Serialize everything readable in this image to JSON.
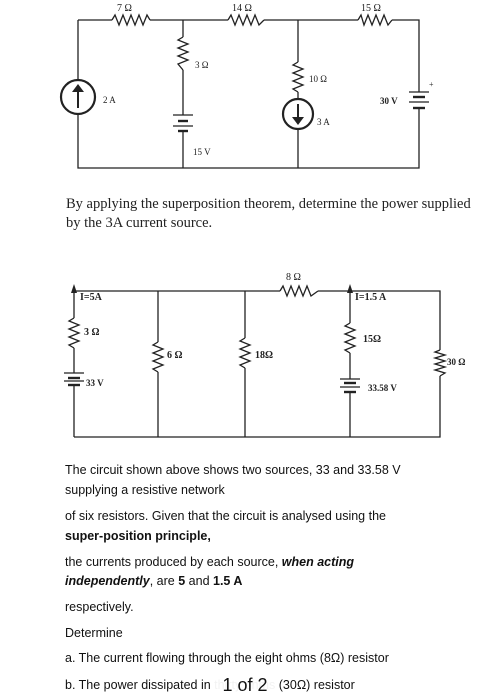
{
  "circuit1": {
    "labels": {
      "r7": "7 Ω",
      "r14": "14 Ω",
      "r15": "15 Ω",
      "r3": "3 Ω",
      "r10": "10 Ω",
      "i2": "2 A",
      "i3": "3 A",
      "v15": "15 V",
      "v30": "30 V"
    },
    "plus_sign": "+"
  },
  "problem1": {
    "text": "By applying the superposition theorem, determine the power supplied by the 3A current source."
  },
  "circuit2": {
    "labels": {
      "i5": "I=5A",
      "i15": "I=1.5 A",
      "r8": "8 Ω",
      "r3": "3 Ω",
      "r6": "6 Ω",
      "r18": "18Ω",
      "r15": "15Ω",
      "r30": "30 Ω",
      "v33": "33 V",
      "v3358": "33.58 V"
    }
  },
  "problem2": {
    "line1": "The circuit shown above shows two sources, 33 and 33.58 V",
    "line2": "supplying a resistive network",
    "line3": "of six resistors. Given that the circuit is analysed using the",
    "line4_bold": "super-position principle,",
    "line5_plain": "the currents produced by each source, ",
    "line5_bolditalic": "when acting",
    "line6_bolditalic": "independently",
    "line6_plain1": ", are ",
    "line6_bold1": "5",
    "line6_plain2": " and ",
    "line6_bold2": "1.5 A",
    "line7": "respectively.",
    "line8": "Determine",
    "item_a": "a. The current flowing through the eight ohms (8Ω) resistor",
    "item_b": "b. The power dissipated in thirty ohms (30Ω) resistor"
  },
  "pager": {
    "text": "1 of 2"
  }
}
